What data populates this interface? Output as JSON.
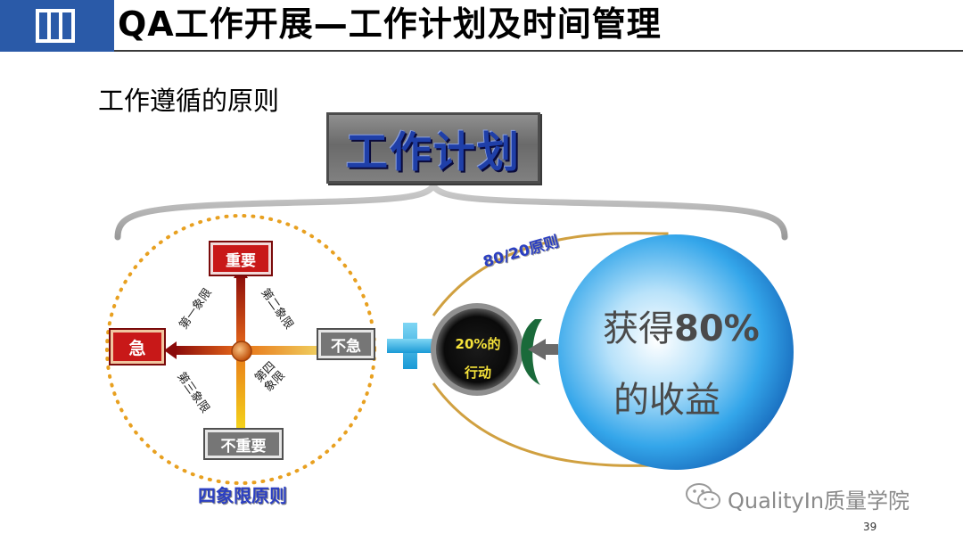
{
  "header": {
    "title": "QA工作开展—工作计划及时间管理"
  },
  "subtitle": "工作遵循的原则",
  "plan_box": {
    "label": "工作计划"
  },
  "quadrant": {
    "axis_top": "重要",
    "axis_left": "急",
    "axis_right": "不急",
    "axis_bottom": "不重要",
    "q1": "第一象限",
    "q2": "第二象限",
    "q3": "第三象限",
    "q4": "第四象限",
    "caption": "四象限原则"
  },
  "pareto": {
    "label": "80/20原则",
    "action_line1": "20%的",
    "action_line2": "行动",
    "gain_line1_prefix": "获得",
    "gain_line1_num": "80%",
    "gain_line2": "的收益"
  },
  "watermark": "QualityIn质量学院",
  "page_number": "39",
  "colors": {
    "brand_blue": "#2a5aa8",
    "red": "#c81818",
    "gray": "#767676",
    "circle_blue": "#2aa0e8"
  }
}
